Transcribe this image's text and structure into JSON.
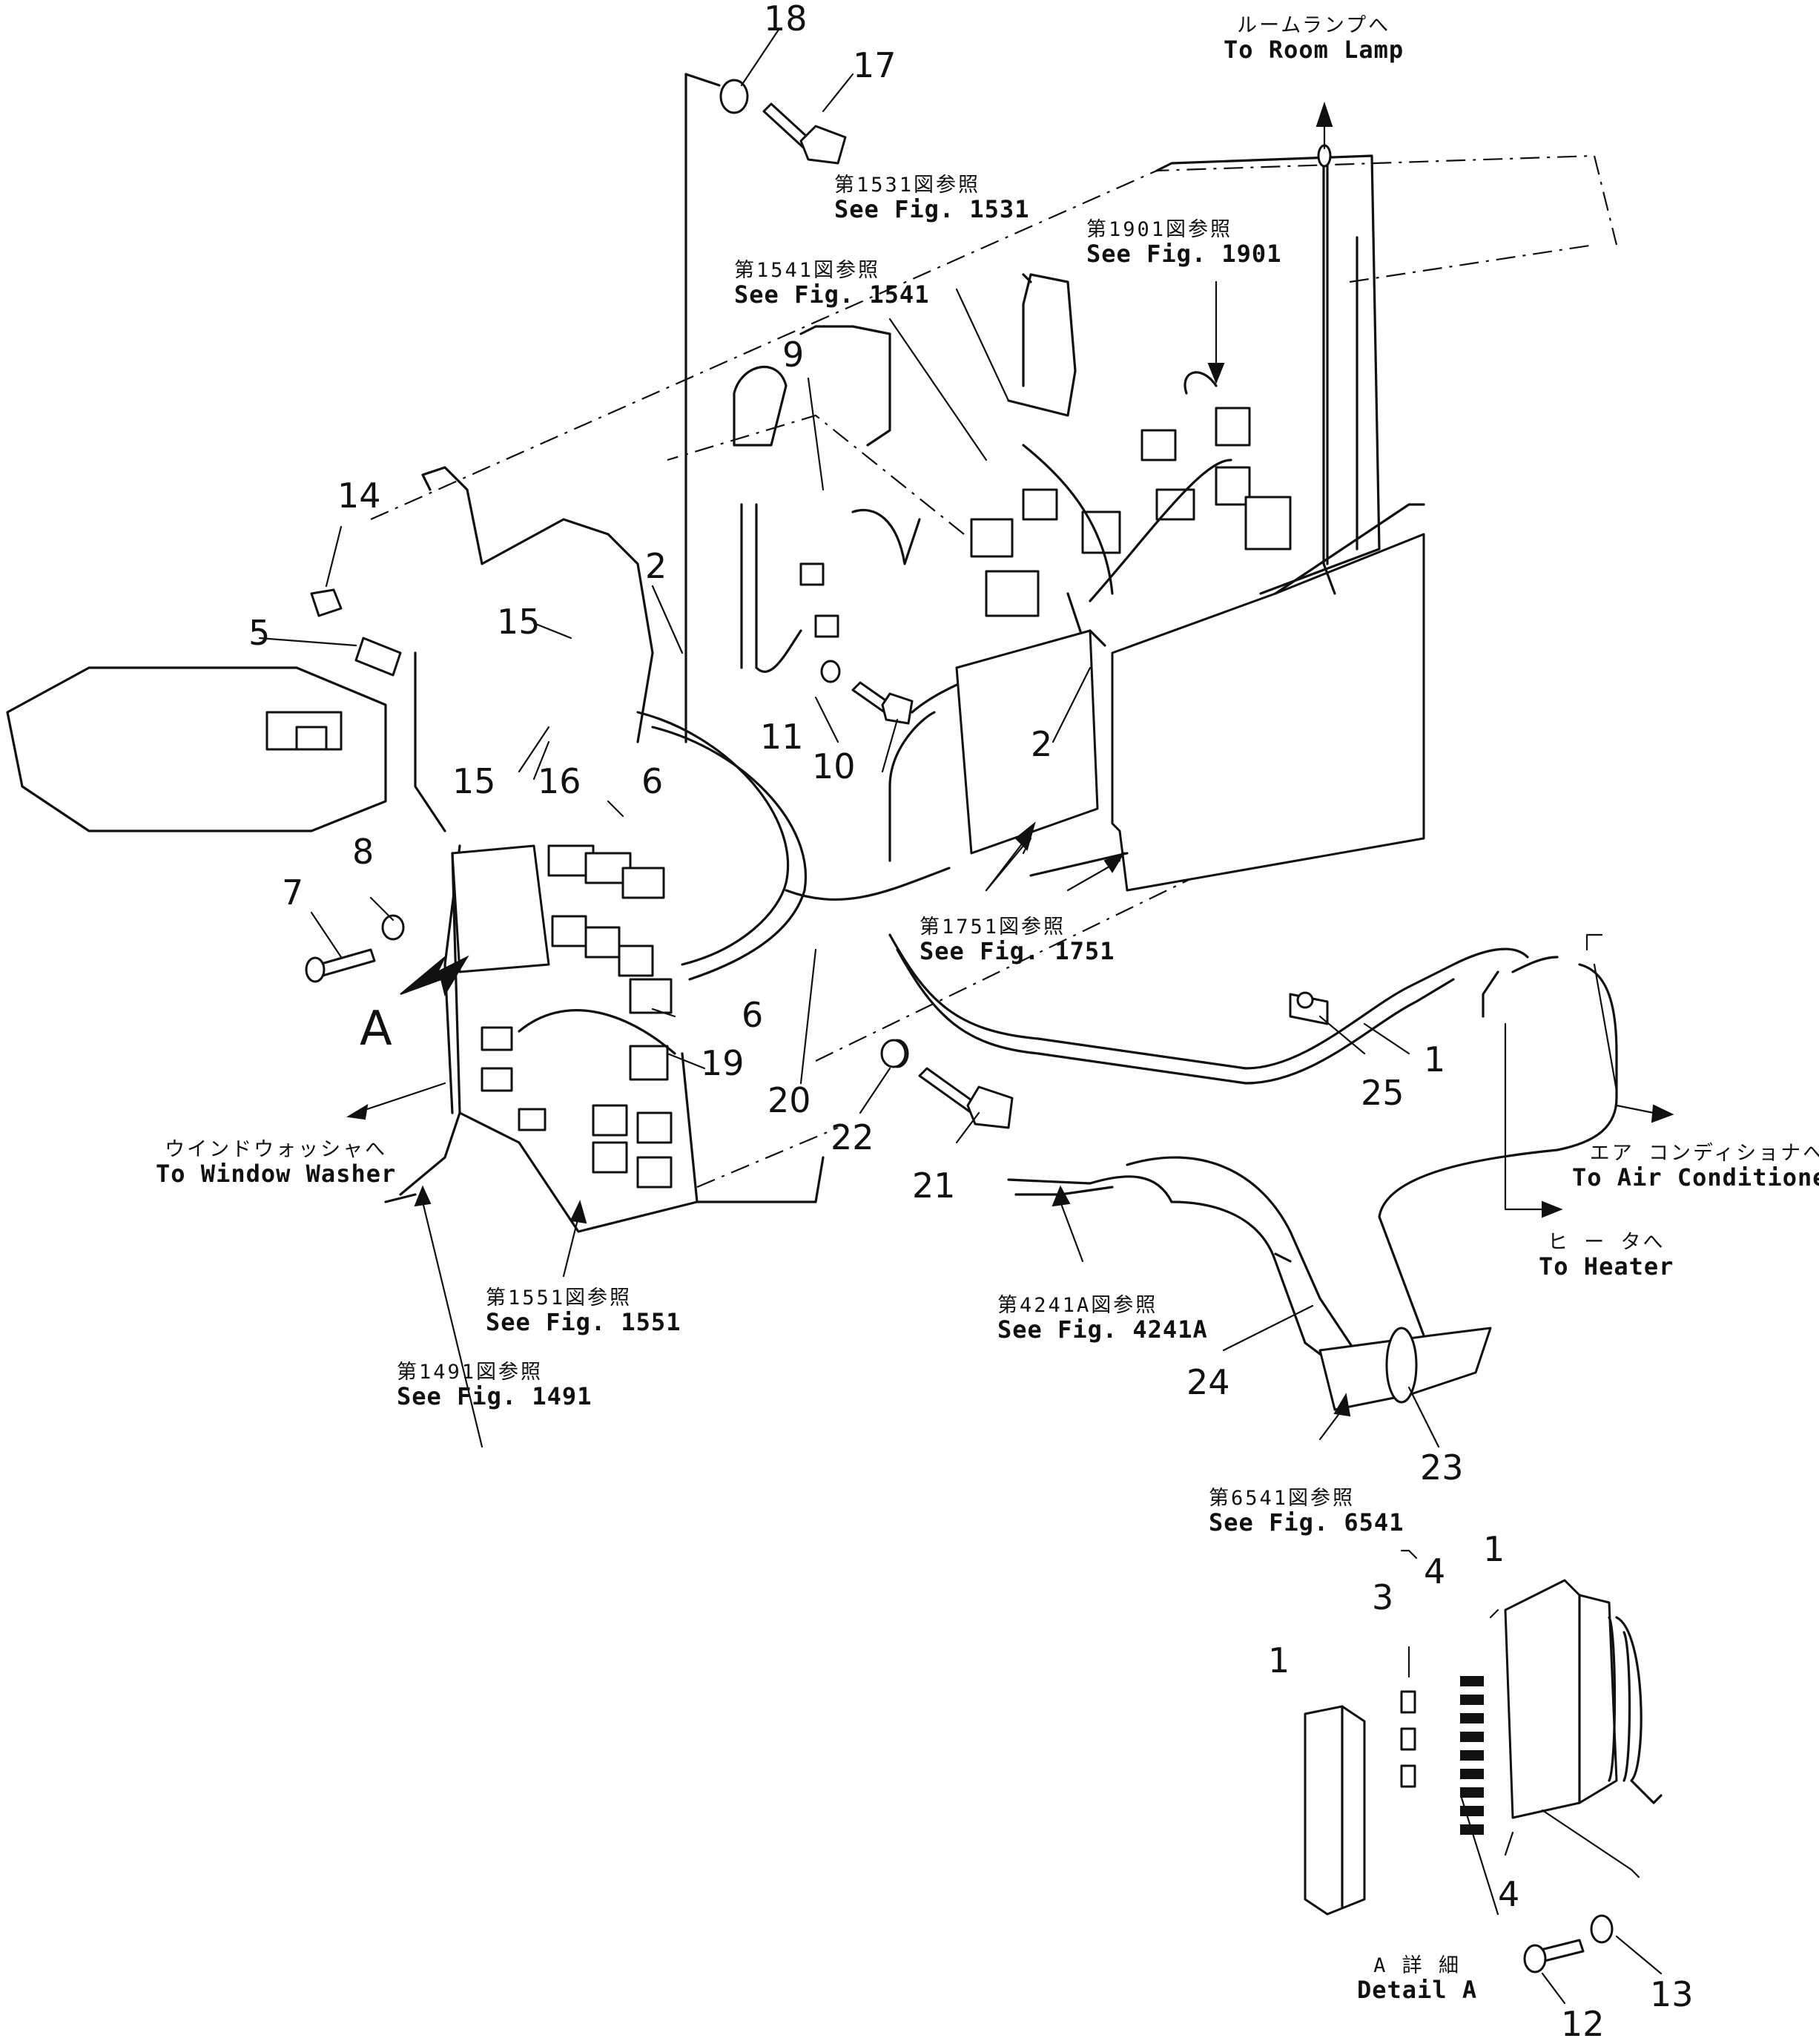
{
  "part_numbers": {
    "n18": "18",
    "n17": "17",
    "n14": "14",
    "n5": "5",
    "n15a": "15",
    "n15b": "15",
    "n2a": "2",
    "n2b": "2",
    "n9": "9",
    "n16": "16",
    "n6a": "6",
    "n6b": "6",
    "n11": "11",
    "n10": "10",
    "n8": "8",
    "n7": "7",
    "n19": "19",
    "n20": "20",
    "n22": "22",
    "n21": "21",
    "n25": "25",
    "n1": "1",
    "n24": "24",
    "n23": "23",
    "view_arrow": "A",
    "detail_1a": "1",
    "detail_1b": "1",
    "detail_3": "3",
    "detail_4a": "4",
    "detail_4b": "4",
    "detail_13": "13",
    "detail_12": "12"
  },
  "references": {
    "room_lamp": {
      "jp": "ルームランプへ",
      "en": "To Room Lamp"
    },
    "fig1531": {
      "jp": "第1531図参照",
      "en": "See Fig. 1531"
    },
    "fig1901": {
      "jp": "第1901図参照",
      "en": "See Fig. 1901"
    },
    "fig1541": {
      "jp": "第1541図参照",
      "en": "See Fig. 1541"
    },
    "fig1751": {
      "jp": "第1751図参照",
      "en": "See Fig. 1751"
    },
    "window_washer": {
      "jp": "ウインドウォッシャへ",
      "en": "To Window Washer"
    },
    "fig1551": {
      "jp": "第1551図参照",
      "en": "See Fig. 1551"
    },
    "fig1491": {
      "jp": "第1491図参照",
      "en": "See Fig. 1491"
    },
    "fig4241a": {
      "jp": "第4241A図参照",
      "en": "See Fig. 4241A"
    },
    "air_conditioner": {
      "jp": "エア コンディショナへ",
      "en": "To Air Conditioner"
    },
    "heater": {
      "jp": "ヒ ー タへ",
      "en": "To Heater"
    },
    "fig6541": {
      "jp": "第6541図参照",
      "en": "See Fig. 6541"
    },
    "detail_a": {
      "jp": "A 詳 細",
      "en": "Detail A"
    }
  }
}
